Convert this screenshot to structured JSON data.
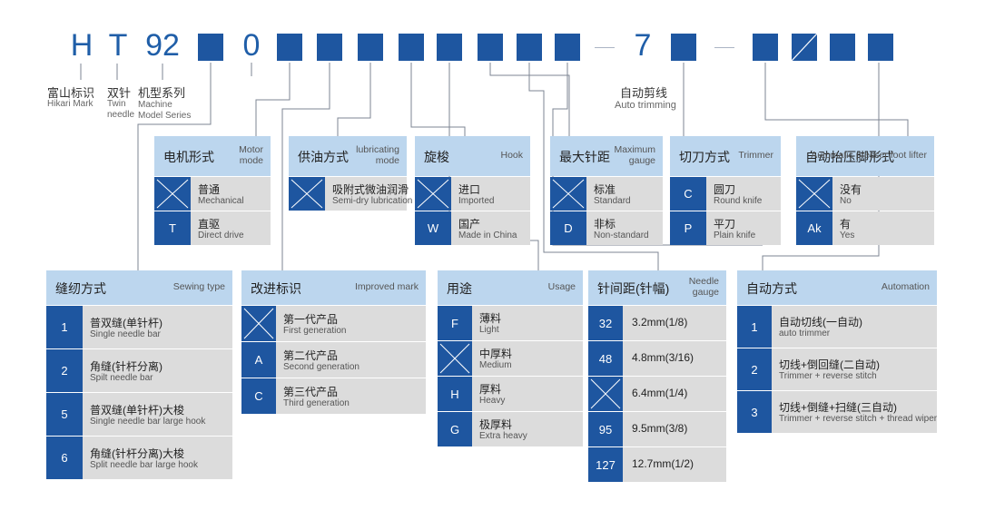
{
  "code": {
    "letters": [
      "H",
      "T",
      "92",
      "0",
      "7"
    ]
  },
  "labels": {
    "brand_cn": "富山标识",
    "brand_en": "Hikari Mark",
    "twin_cn": "双针",
    "twin_en1": "Twin",
    "twin_en2": "needle",
    "model_cn": "机型系列",
    "model_en1": "Machine",
    "model_en2": "Model Series",
    "auto_trim_cn": "自动剪线",
    "auto_trim_en": "Auto trimming"
  },
  "panels": {
    "motor": {
      "title_cn": "电机形式",
      "title_en1": "Motor",
      "title_en2": "mode",
      "rows": [
        {
          "code": "",
          "cn": "普通",
          "en": "Mechanical"
        },
        {
          "code": "T",
          "cn": "直驱",
          "en": "Direct drive"
        }
      ]
    },
    "oil": {
      "title_cn": "供油方式",
      "title_en1": "lubricating",
      "title_en2": "mode",
      "rows": [
        {
          "code": "",
          "cn": "吸附式微油润滑",
          "en": "Semi-dry lubrication"
        }
      ]
    },
    "hook": {
      "title_cn": "旋梭",
      "title_en": "Hook",
      "rows": [
        {
          "code": "",
          "cn": "进口",
          "en": "Imported"
        },
        {
          "code": "W",
          "cn": "国产",
          "en": "Made in China"
        }
      ]
    },
    "gauge": {
      "title_cn": "最大针距",
      "title_en1": "Maximum",
      "title_en2": "gauge",
      "rows": [
        {
          "code": "",
          "cn": "标准",
          "en": "Standard"
        },
        {
          "code": "D",
          "cn": "非标",
          "en": "Non-standard"
        }
      ]
    },
    "trimmer": {
      "title_cn": "切刀方式",
      "title_en": "Trimmer",
      "rows": [
        {
          "code": "C",
          "cn": "圆刀",
          "en": "Round knife"
        },
        {
          "code": "P",
          "cn": "平刀",
          "en": "Plain knife"
        }
      ]
    },
    "presser": {
      "title_cn": "自动抬压脚形式",
      "title_en": "Automatic presser foot lifter",
      "rows": [
        {
          "code": "",
          "cn": "没有",
          "en": "No"
        },
        {
          "code": "Ak",
          "cn": "有",
          "en": "Yes"
        }
      ]
    },
    "sewing": {
      "title_cn": "缝纫方式",
      "title_en": "Sewing type",
      "rows": [
        {
          "code": "1",
          "cn": "普双缝(单针杆)",
          "en": "Single needle bar"
        },
        {
          "code": "2",
          "cn": "角缝(针杆分离)",
          "en": "Spilt needle bar"
        },
        {
          "code": "5",
          "cn": "普双缝(单针杆)大梭",
          "en": "Single needle bar large hook"
        },
        {
          "code": "6",
          "cn": "角缝(针杆分离)大梭",
          "en": "Split needle bar large hook"
        }
      ]
    },
    "improved": {
      "title_cn": "改进标识",
      "title_en": "Improved mark",
      "rows": [
        {
          "code": "",
          "cn": "第一代产品",
          "en": "First generation"
        },
        {
          "code": "A",
          "cn": "第二代产品",
          "en": "Second generation"
        },
        {
          "code": "C",
          "cn": "第三代产品",
          "en": "Third generation"
        }
      ]
    },
    "usage": {
      "title_cn": "用途",
      "title_en": "Usage",
      "rows": [
        {
          "code": "F",
          "cn": "薄料",
          "en": "Light"
        },
        {
          "code": "",
          "cn": "中厚料",
          "en": "Medium"
        },
        {
          "code": "H",
          "cn": "厚料",
          "en": "Heavy"
        },
        {
          "code": "G",
          "cn": "极厚料",
          "en": "Extra heavy"
        }
      ]
    },
    "needle_gauge": {
      "title_cn": "针间距(针幅)",
      "title_en1": "Needle",
      "title_en2": "gauge",
      "rows": [
        {
          "code": "32",
          "text": "3.2mm(1/8)"
        },
        {
          "code": "48",
          "text": "4.8mm(3/16)"
        },
        {
          "code": "",
          "text": "6.4mm(1/4)"
        },
        {
          "code": "95",
          "text": "9.5mm(3/8)"
        },
        {
          "code": "127",
          "text": "12.7mm(1/2)"
        }
      ]
    },
    "automation": {
      "title_cn": "自动方式",
      "title_en": "Automation",
      "rows": [
        {
          "code": "1",
          "cn": "自动切线(一自动)",
          "en": "auto trimmer"
        },
        {
          "code": "2",
          "cn": "切线+倒回缝(二自动)",
          "en": "Trimmer + reverse stitch"
        },
        {
          "code": "3",
          "cn": "切线+倒缝+扫缝(三自动)",
          "en": "Trimmer + reverse stitch + thread wiper"
        }
      ]
    }
  },
  "colors": {
    "blue": "#1e56a0",
    "head": "#bcd6ee",
    "row": "#dcdcdc",
    "line": "#7d8593"
  }
}
